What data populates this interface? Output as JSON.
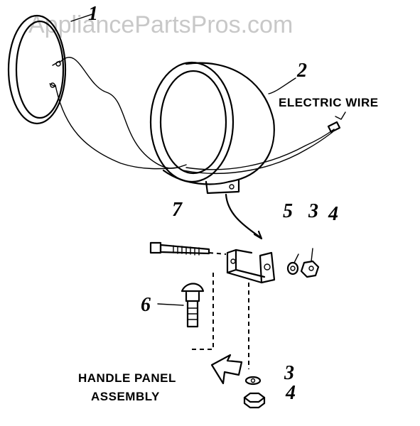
{
  "watermark": "AppliancePartsPros.com",
  "labels": {
    "electric_wire": "ELECTRIC WIRE",
    "handle_panel_1": "HANDLE PANEL",
    "handle_panel_2": "ASSEMBLY"
  },
  "callouts": {
    "c1": "1",
    "c2": "2",
    "c3a": "3",
    "c3b": "3",
    "c4a": "4",
    "c4b": "4",
    "c5": "5",
    "c6": "6",
    "c7": "7"
  },
  "colors": {
    "ink": "#000000",
    "watermark": "#c8c8c8",
    "background": "#ffffff"
  }
}
